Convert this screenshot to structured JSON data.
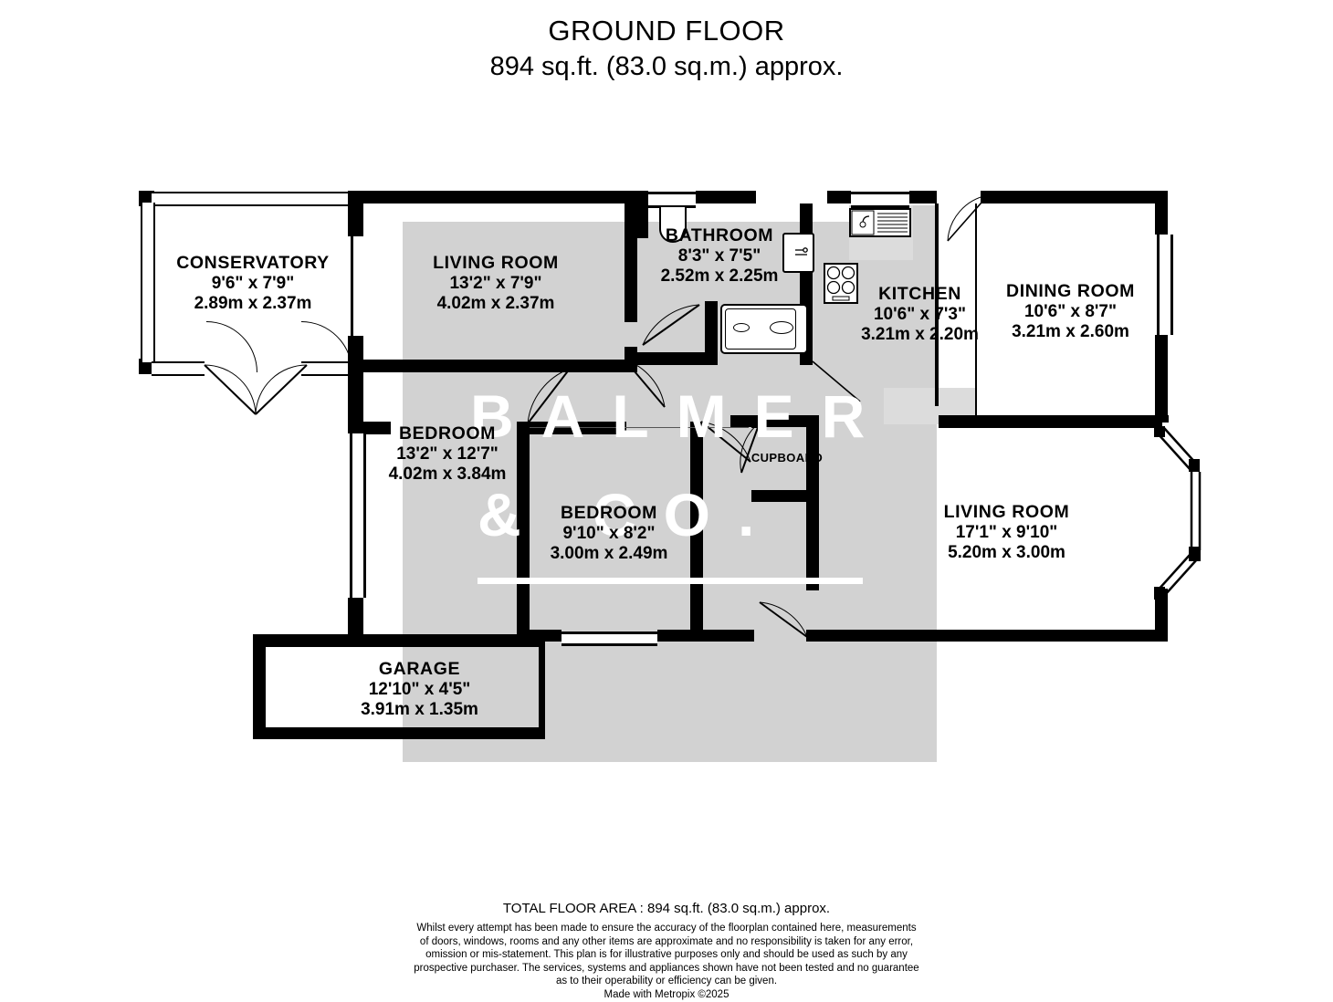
{
  "header": {
    "title": "GROUND FLOOR",
    "area": "894 sq.ft. (83.0 sq.m.) approx."
  },
  "watermark": {
    "line1": "BALMER",
    "line2": "& CO."
  },
  "rooms": [
    {
      "id": "conservatory",
      "name": "CONSERVATORY",
      "imperial": "9'6\"  x 7'9\"",
      "metric": "2.89m  x 2.37m"
    },
    {
      "id": "living-room-front",
      "name": "LIVING ROOM",
      "imperial": "13'2\"  x 7'9\"",
      "metric": "4.02m  x 2.37m"
    },
    {
      "id": "bathroom",
      "name": "BATHROOM",
      "imperial": "8'3\"  x 7'5\"",
      "metric": "2.52m  x 2.25m"
    },
    {
      "id": "kitchen",
      "name": "KITCHEN",
      "imperial": "10'6\"  x 7'3\"",
      "metric": "3.21m  x 2.20m"
    },
    {
      "id": "dining-room",
      "name": "DINING ROOM",
      "imperial": "10'6\"  x 8'7\"",
      "metric": "3.21m  x 2.60m"
    },
    {
      "id": "bedroom-1",
      "name": "BEDROOM",
      "imperial": "13'2\"  x 12'7\"",
      "metric": "4.02m  x 3.84m"
    },
    {
      "id": "bedroom-2",
      "name": "BEDROOM",
      "imperial": "9'10\"  x 8'2\"",
      "metric": "3.00m  x 2.49m"
    },
    {
      "id": "living-room-rear",
      "name": "LIVING ROOM",
      "imperial": "17'1\"  x 9'10\"",
      "metric": "5.20m  x 3.00m"
    },
    {
      "id": "garage",
      "name": "GARAGE",
      "imperial": "12'10\"  x 4'5\"",
      "metric": "3.91m  x 1.35m"
    },
    {
      "id": "cupboard",
      "name": "CUPBOARD",
      "imperial": "",
      "metric": ""
    }
  ],
  "footer": {
    "total": "TOTAL FLOOR AREA : 894 sq.ft. (83.0 sq.m.) approx.",
    "disclaimer_line1": "Whilst every attempt has been made to ensure the accuracy of the floorplan contained here, measurements",
    "disclaimer_line2": "of doors, windows, rooms and any other items are approximate and no responsibility is taken for any error,",
    "disclaimer_line3": "omission or mis-statement. This plan is for illustrative purposes only and should be used as such by any",
    "disclaimer_line4": "prospective purchaser. The services, systems and appliances shown have not been tested and no guarantee",
    "disclaimer_line5": "as to their operability or efficiency can be given.",
    "made_with": "Made with Metropix ©2025"
  },
  "colors": {
    "wall": "#000000",
    "floor_shade": "#d2d2d2",
    "background": "#ffffff",
    "watermark": "#ffffff"
  }
}
